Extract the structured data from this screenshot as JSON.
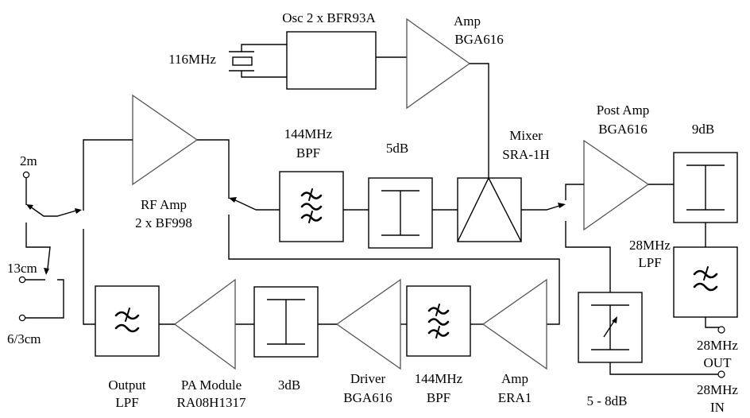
{
  "diagram": {
    "title": "144MHz / 28MHz transverter block diagram",
    "colors": {
      "line": "#000000",
      "amplifier_outline": "#555555",
      "background": "#ffffff"
    },
    "crystal": {
      "label": "116MHz",
      "icon": "crystal-icon"
    },
    "oscillator": {
      "label": "Osc 2 x BFR93A"
    },
    "lo_amp": {
      "line1": "Amp",
      "line2": "BGA616"
    },
    "rx_chain": {
      "rf_amp": {
        "line1": "RF Amp",
        "line2": "2 x BF998"
      },
      "bpf": {
        "line1": "144MHz",
        "line2": "BPF"
      },
      "attenuator": {
        "label": "5dB"
      },
      "mixer": {
        "line1": "Mixer",
        "line2": "SRA-1H"
      },
      "post_amp": {
        "line1": "Post Amp",
        "line2": "BGA616"
      },
      "attenuator_out": {
        "label": "9dB"
      },
      "lpf": {
        "line1": "28MHz",
        "line2": "LPF"
      },
      "output": {
        "line1": "28MHz",
        "line2": "OUT"
      }
    },
    "tx_chain": {
      "input": {
        "line1": "28MHz",
        "line2": "IN"
      },
      "variable_attenuator": {
        "label": "5 - 8dB"
      },
      "amp": {
        "line1": "Amp",
        "line2": "ERA1"
      },
      "bpf": {
        "line1": "144MHz",
        "line2": "BPF"
      },
      "driver": {
        "line1": "Driver",
        "line2": "BGA616"
      },
      "attenuator": {
        "label": "3dB"
      },
      "pa": {
        "line1": "PA Module",
        "line2": "RA08H1317"
      },
      "output_lpf": {
        "line1": "Output",
        "line2": "LPF"
      }
    },
    "antenna_ports": [
      {
        "label": "2m"
      },
      {
        "label": "13cm"
      },
      {
        "label": "6/3cm"
      }
    ]
  }
}
